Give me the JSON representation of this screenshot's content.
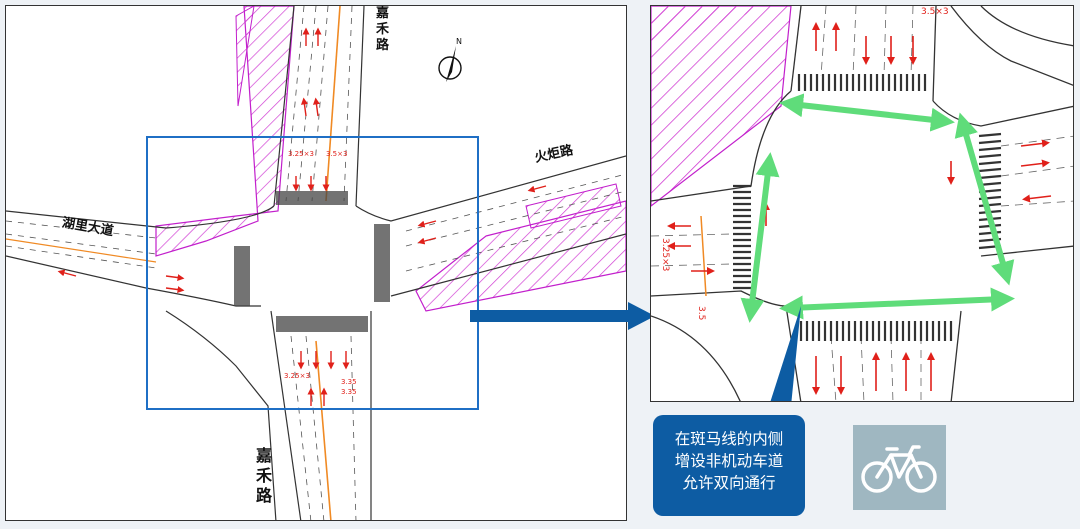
{
  "labels": {
    "jiahe_north": "嘉禾路",
    "jiahe_south": "嘉禾路",
    "huoju": "火炬路",
    "huli": "湖里大道"
  },
  "markings": {
    "lane_width_a": "3.25×3",
    "lane_width_b": "3.5×3",
    "lane_width_c": "3.25×3",
    "lane_width_d": "3.35",
    "lane_width_e": "3.35",
    "right_lane_a": "3.5×3",
    "right_lane_b": "3.25×3",
    "right_lane_c": "3.5"
  },
  "callout": {
    "line1": "在斑马线的内侧",
    "line2": "增设非机动车道",
    "line3": "允许双向通行"
  },
  "colors": {
    "highlight_box": "#1f6fc5",
    "arrow_main": "#0d5ca3",
    "bike_lane_arrow": "#5fdc7a",
    "lane_marking": "#e0201a",
    "hatch": "#d13fd4"
  },
  "icons": {
    "compass": "north-arrow-icon",
    "bicycle": "bicycle-icon"
  }
}
